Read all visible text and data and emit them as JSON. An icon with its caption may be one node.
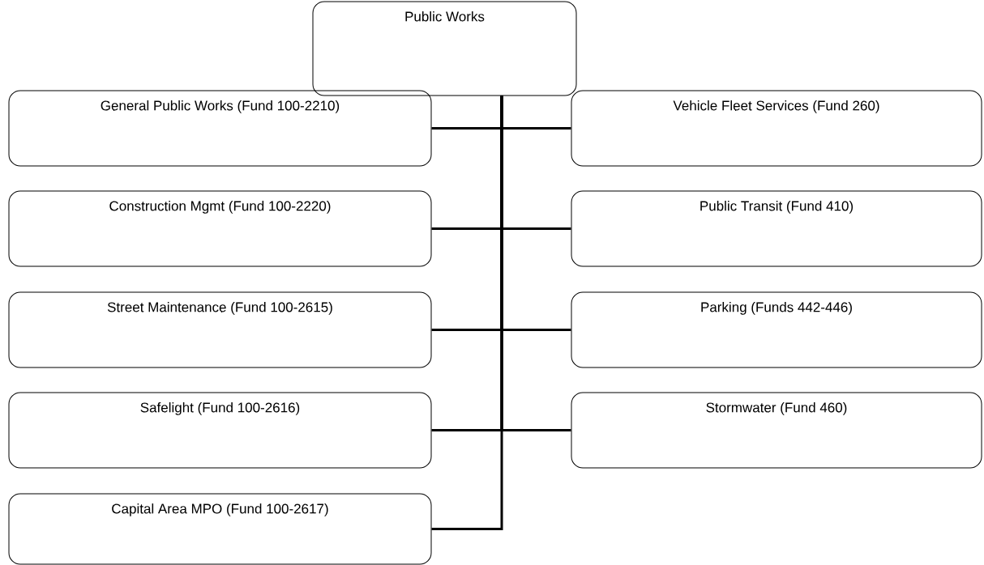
{
  "diagram": {
    "nodes": [
      {
        "text": [
          "Public Works"
        ]
      },
      {
        "text": [
          "General Public Works (Fund 100-2210)"
        ]
      },
      {
        "text": [
          "Vehicle Fleet Services (Fund 260)"
        ]
      },
      {
        "text": [
          "Construction Mgmt (Fund 100-2220)"
        ]
      },
      {
        "text": [
          "Public Transit (Fund 410)"
        ]
      },
      {
        "text": [
          "Street Maintenance (Fund 100-2615)"
        ]
      },
      {
        "text": [
          "Parking (Funds 442-446)"
        ]
      },
      {
        "text": [
          "Safelight (Fund 100-2616)"
        ]
      },
      {
        "text": [
          "Stormwater (Fund 460)"
        ]
      },
      {
        "text": [
          "Capital Area MPO (Fund 100-2617)"
        ]
      }
    ],
    "edges": [
      {
        "from": 0,
        "to": 1,
        "arrow": "none"
      },
      {
        "from": 0,
        "to": 2,
        "arrow": "none"
      },
      {
        "from": 0,
        "to": 3,
        "arrow": "none"
      },
      {
        "from": 0,
        "to": 4,
        "arrow": "none"
      },
      {
        "from": 0,
        "to": 5,
        "arrow": "none"
      },
      {
        "from": 0,
        "to": 6,
        "arrow": "none"
      },
      {
        "from": 0,
        "to": 7,
        "arrow": "none"
      },
      {
        "from": 0,
        "to": 8,
        "arrow": "none"
      },
      {
        "from": 0,
        "to": 9,
        "arrow": "none"
      }
    ]
  }
}
